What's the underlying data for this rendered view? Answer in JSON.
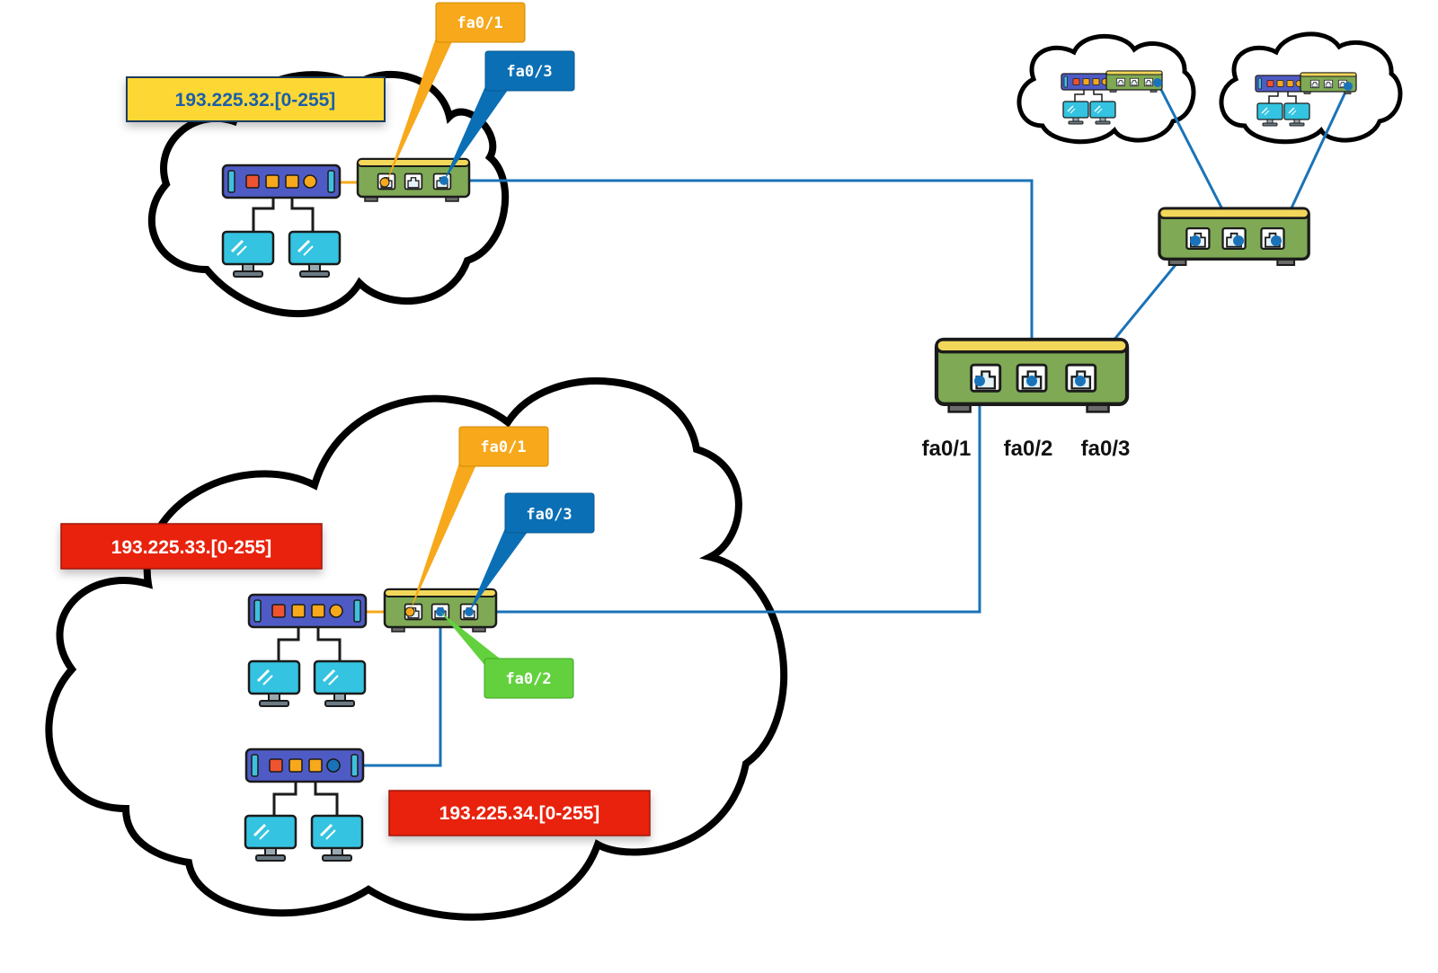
{
  "subnets": {
    "top": "193.225.32.[0-255]",
    "bottom_a": "193.225.33.[0-255]",
    "bottom_b": "193.225.34.[0-255]"
  },
  "callouts": {
    "top_fa01": "fa0/1",
    "top_fa03": "fa0/3",
    "bottom_fa01": "fa0/1",
    "bottom_fa03": "fa0/3",
    "bottom_fa02": "fa0/2"
  },
  "core_ports": {
    "p1": "fa0/1",
    "p2": "fa0/2",
    "p3": "fa0/3"
  },
  "colors": {
    "link": "#1a73b8",
    "orange": "#f7a81b",
    "blue_callout": "#0b6fb5",
    "green_callout": "#63d13e",
    "yellow_box": "#fdd835",
    "red_box": "#e8220e",
    "switch_body": "#7fa955",
    "switch_top": "#f2d75a",
    "router_body": "#4f5bc4",
    "monitor": "#34c3e0"
  }
}
